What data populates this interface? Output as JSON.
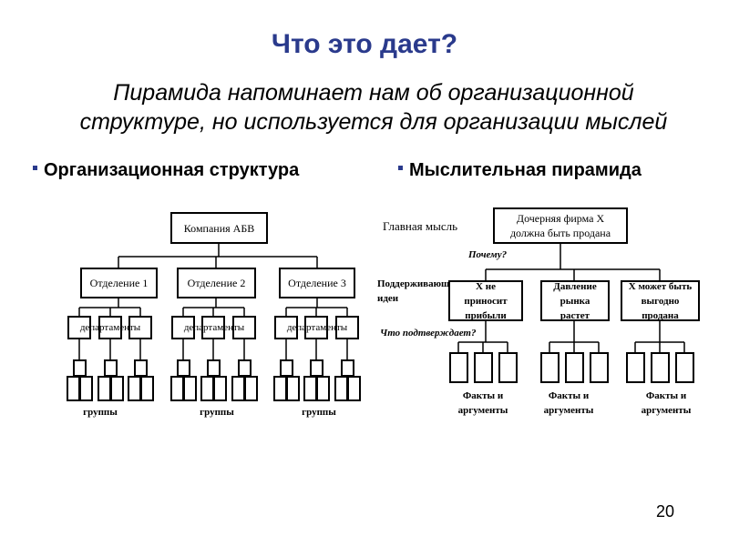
{
  "slide": {
    "title": "Что это дает?",
    "subtitle_line1": "Пирамида напоминает нам об организационной",
    "subtitle_line2": "структуре, но используется для организации мыслей",
    "page_number": "20"
  },
  "org_chart": {
    "heading": "Организационная структура",
    "company": "Компания АБВ",
    "divisions": [
      "Отделение 1",
      "Отделение 2",
      "Отделение 3"
    ],
    "departments_label": "департаменты",
    "groups_label": "группы"
  },
  "pyramid": {
    "heading": "Мыслительная пирамида",
    "main_idea_label": "Главная мысль",
    "main_idea": "Дочерняя фирма X должна быть продана",
    "why_label": "Почему?",
    "supporting_label": "Поддерживающие идеи",
    "supporting_ideas": [
      "X не приносит прибыли",
      "Давление рынка растет",
      "X может быть выгодно продана"
    ],
    "confirm_label": "Что подтверждает?",
    "facts_label": "Факты и аргументы"
  }
}
